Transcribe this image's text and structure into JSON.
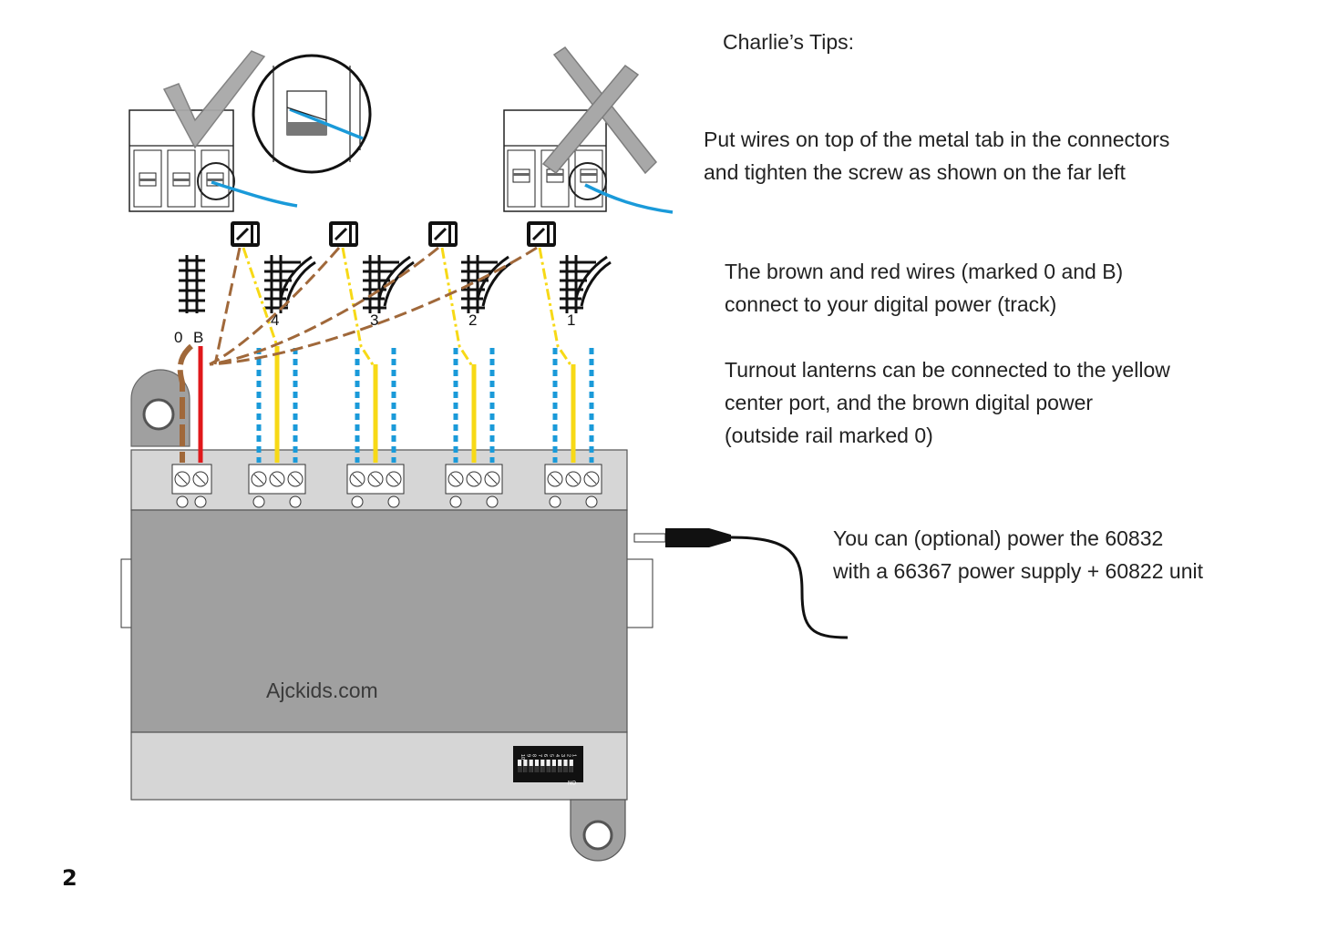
{
  "tips": {
    "title": "Charlie’s Tips:",
    "connector": "Put wires on top of the metal tab in the connectors\nand tighten the screw as shown on the far left",
    "power": "The brown and red wires (marked 0 and B)\nconnect to your digital power (track)",
    "lantern": "Turnout lanterns can be connected to the yellow\ncenter port, and the brown digital power\n(outside rail marked 0)",
    "optional": "You can (optional) power the 60832\nwith a 66367 power supply + 60822 unit"
  },
  "unit": {
    "brand_text": "Ajckids.com",
    "track_terminal_labels": [
      "0",
      "B"
    ],
    "turnout_labels": [
      "4",
      "3",
      "2",
      "1"
    ],
    "dip_numbers": [
      "10",
      "9",
      "8",
      "7",
      "6",
      "5",
      "4",
      "3",
      "2",
      "1"
    ],
    "dip_on_label": "ON"
  },
  "page_number": "2",
  "colors": {
    "brown_wire": "#a0683a",
    "red_wire": "#e0181b",
    "blue_wire": "#1a9ad9",
    "yellow_wire": "#f7d916",
    "unit_body": "#a0a0a0",
    "unit_panel": "#d6d6d6",
    "check_gray": "#a8a8a8"
  }
}
